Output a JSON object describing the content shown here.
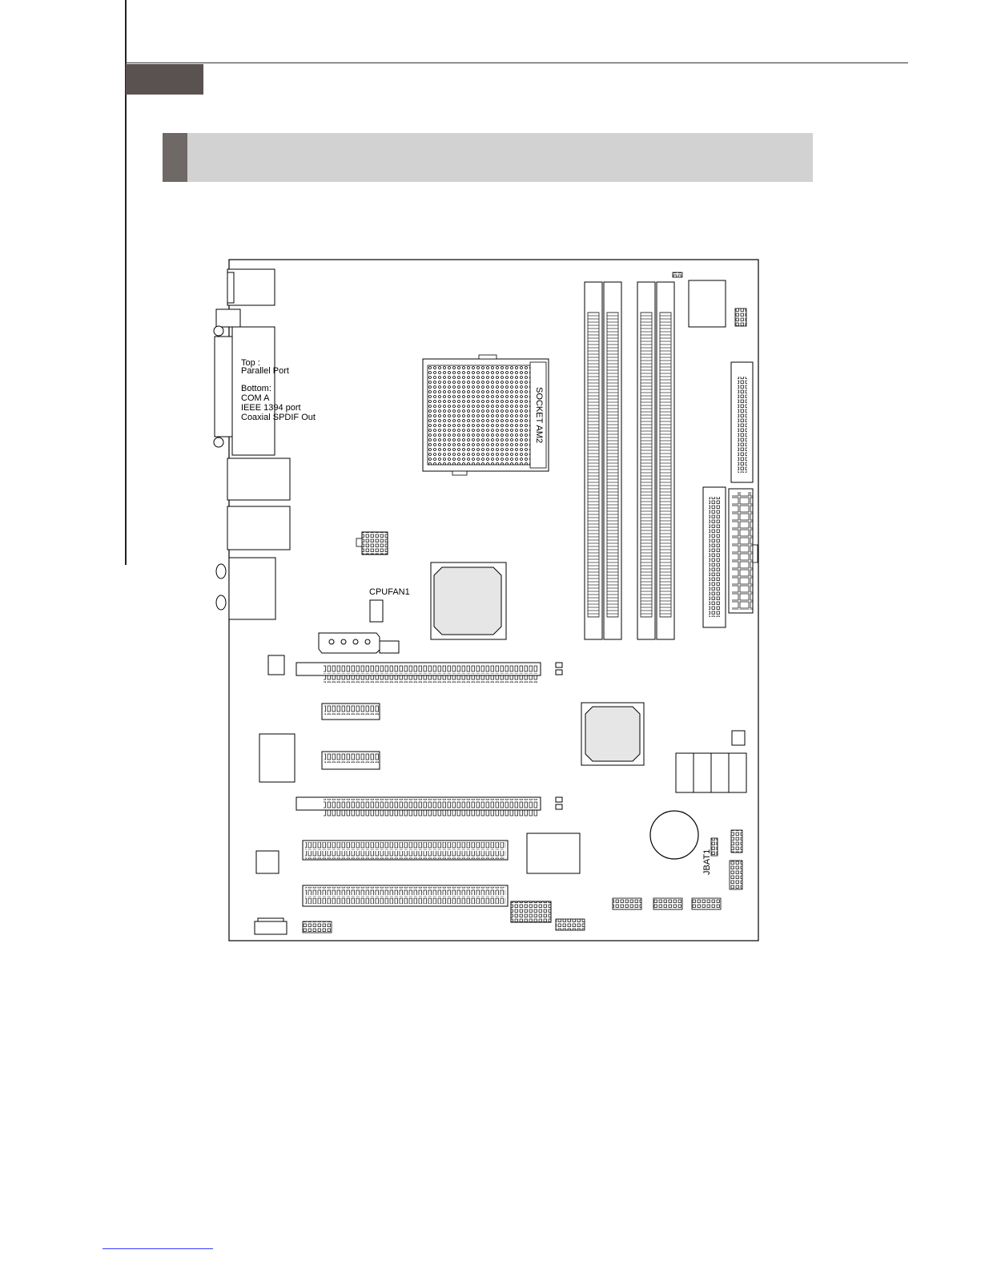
{
  "diagram": {
    "io_label": {
      "top_title": "Top :",
      "top_item": "Parallel Port",
      "bottom_title": "Bottom:",
      "bottom_items": [
        "COM A",
        "IEEE 1394 port",
        "Coaxial SPDIF Out"
      ]
    },
    "socket_label": "SOCKET AM2",
    "cpufan_label": "CPUFAN1",
    "jbat_label": "JBAT1"
  }
}
